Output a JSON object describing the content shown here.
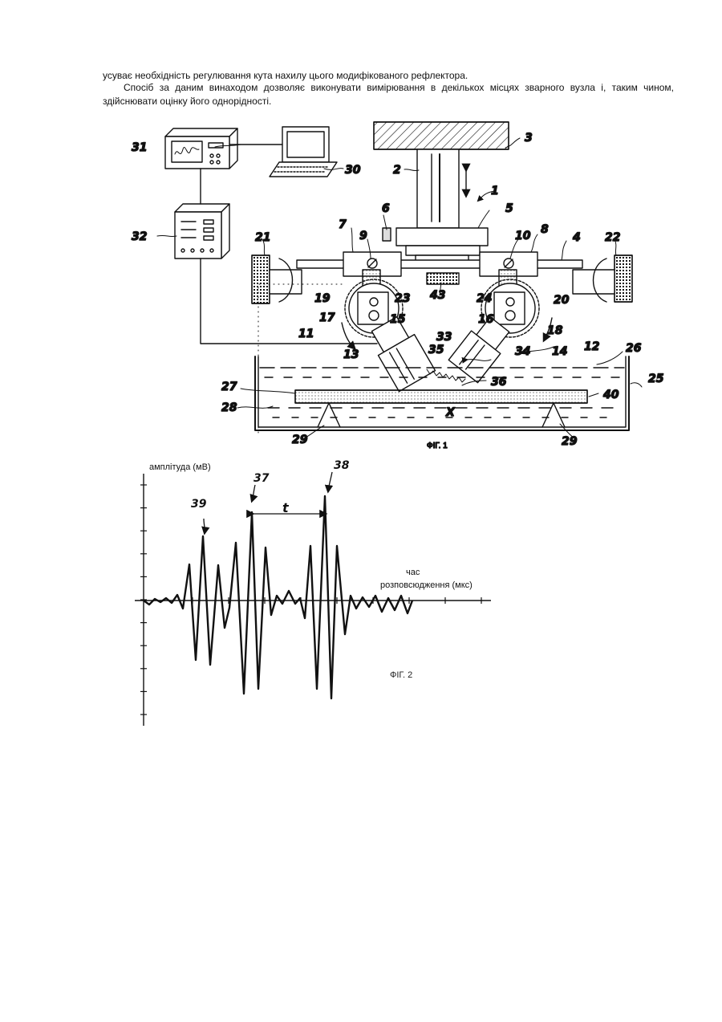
{
  "text": {
    "line1": "усуває необхідність регулювання кута нахилу цього модифікованого рефлектора.",
    "line2": "Спосіб за даним винаходом дозволяє виконувати вимірювання в декількох місцях зварного вузла і, таким чином, здійснювати оцінку його однорідності."
  },
  "fig1": {
    "caption": "ФІГ. 1",
    "labels": {
      "l1": "1",
      "l2": "2",
      "l3": "3",
      "l4": "4",
      "l5": "5",
      "l6": "6",
      "l7": "7",
      "l8": "8",
      "l9": "9",
      "l10": "10",
      "l11": "11",
      "l12": "12",
      "l13": "13",
      "l14": "14",
      "l15": "15",
      "l16": "16",
      "l17": "17",
      "l18": "18",
      "l19": "19",
      "l20": "20",
      "l21": "21",
      "l22": "22",
      "l23": "23",
      "l24": "24",
      "l25": "25",
      "l26": "26",
      "l27": "27",
      "l28": "28",
      "l29a": "29",
      "l29b": "29",
      "l30": "30",
      "l31": "31",
      "l32": "32",
      "l33": "33",
      "l34": "34",
      "l35": "35",
      "l36": "36",
      "l40": "40",
      "l43": "43",
      "lx": "X"
    }
  },
  "fig2": {
    "caption": "ФІГ. 2",
    "ylabel": "амплітуда (мВ)",
    "xlabel1": "час",
    "xlabel2": "розповсюдження (мкс)",
    "peak39": "39",
    "peak37": "37",
    "peak38": "38",
    "interval": "t"
  }
}
